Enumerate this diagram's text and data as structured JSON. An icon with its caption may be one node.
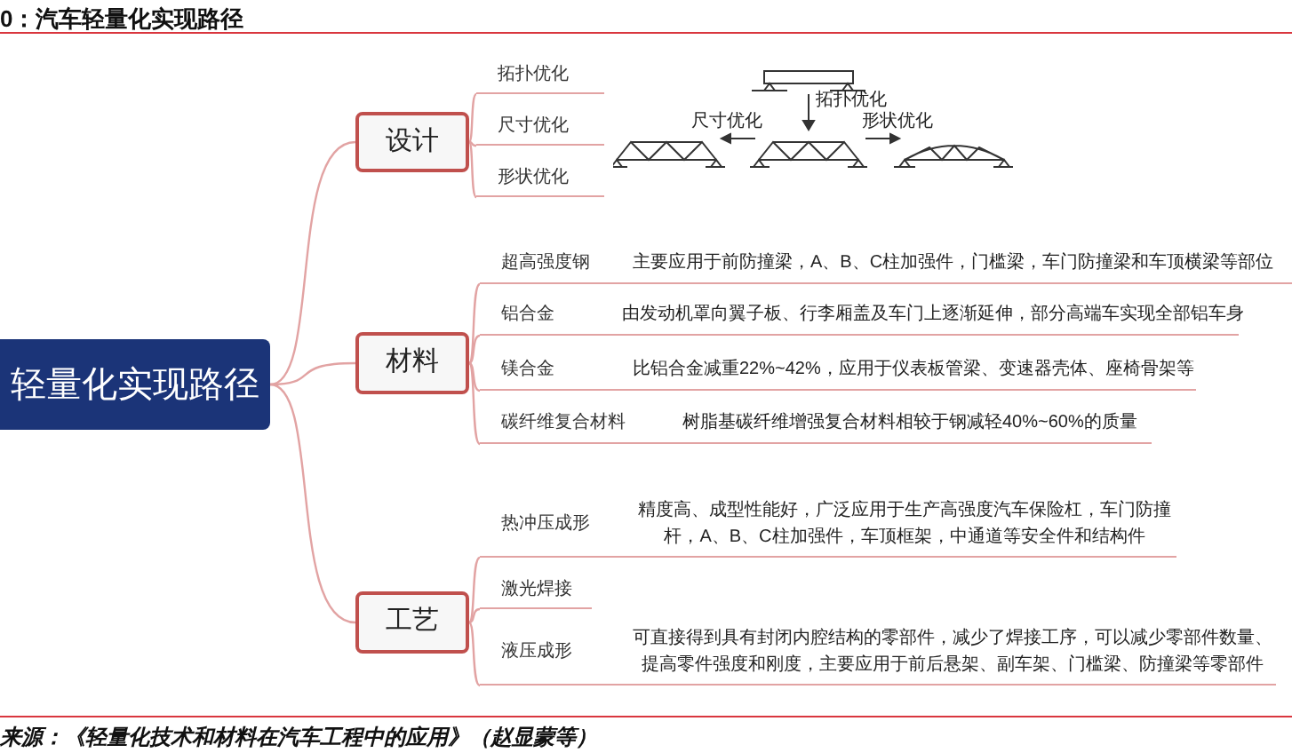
{
  "diagram": {
    "title": "0：汽车轻量化实现路径",
    "caption": "来源：《轻量化技术和材料在汽车工程中的应用》（赵显蒙等）",
    "nodes": [
      {
        "text": [
          "轻量化实现路径"
        ]
      },
      {
        "text": [
          "设计"
        ]
      },
      {
        "text": [
          "拓扑优化"
        ]
      },
      {
        "text": [
          "尺寸优化"
        ]
      },
      {
        "text": [
          "形状优化"
        ]
      },
      {
        "text": [
          "材料"
        ]
      },
      {
        "text": [
          "超高强度钢",
          "主要应用于前防撞梁，A、B、C柱加强件，门槛梁，车门防撞梁和车顶横梁等部位"
        ]
      },
      {
        "text": [
          "铝合金",
          "由发动机罩向翼子板、行李厢盖及车门上逐渐延伸，部分高端车实现全部铝车身"
        ]
      },
      {
        "text": [
          "镁合金",
          "比铝合金减重22%~42%，应用于仪表板管梁、变速器壳体、座椅骨架等"
        ]
      },
      {
        "text": [
          "碳纤维复合材料",
          "树脂基碳纤维增强复合材料相较于钢减轻40%~60%的质量"
        ]
      },
      {
        "text": [
          "工艺"
        ]
      },
      {
        "text": [
          "热冲压成形",
          "精度高、成型性能好，广泛应用于生产高强度汽车保险杠，车门防撞杆，A、B、C柱加强件，车顶框架，中通道等安全件和结构件"
        ]
      },
      {
        "text": [
          "激光焊接"
        ]
      },
      {
        "text": [
          "液压成形",
          "可直接得到具有封闭内腔结构的零部件，减少了焊接工序，可以减少零部件数量、提高零件强度和刚度，主要应用于前后悬架、副车架、门槛梁、防撞梁等零部件"
        ]
      }
    ],
    "edges": [
      {
        "from": 0,
        "to": 1,
        "arrow": "none"
      },
      {
        "from": 0,
        "to": 5,
        "arrow": "none"
      },
      {
        "from": 0,
        "to": 10,
        "arrow": "none"
      },
      {
        "from": 1,
        "to": 2,
        "arrow": "none"
      },
      {
        "from": 1,
        "to": 3,
        "arrow": "none"
      },
      {
        "from": 1,
        "to": 4,
        "arrow": "none"
      },
      {
        "from": 5,
        "to": 6,
        "arrow": "none"
      },
      {
        "from": 5,
        "to": 7,
        "arrow": "none"
      },
      {
        "from": 5,
        "to": 8,
        "arrow": "none"
      },
      {
        "from": 5,
        "to": 9,
        "arrow": "none"
      },
      {
        "from": 10,
        "to": 11,
        "arrow": "none"
      },
      {
        "from": 10,
        "to": 12,
        "arrow": "none"
      },
      {
        "from": 10,
        "to": 13,
        "arrow": "none"
      }
    ],
    "labels": [
      "拓扑优化",
      "尺寸优化",
      "形状优化"
    ]
  }
}
